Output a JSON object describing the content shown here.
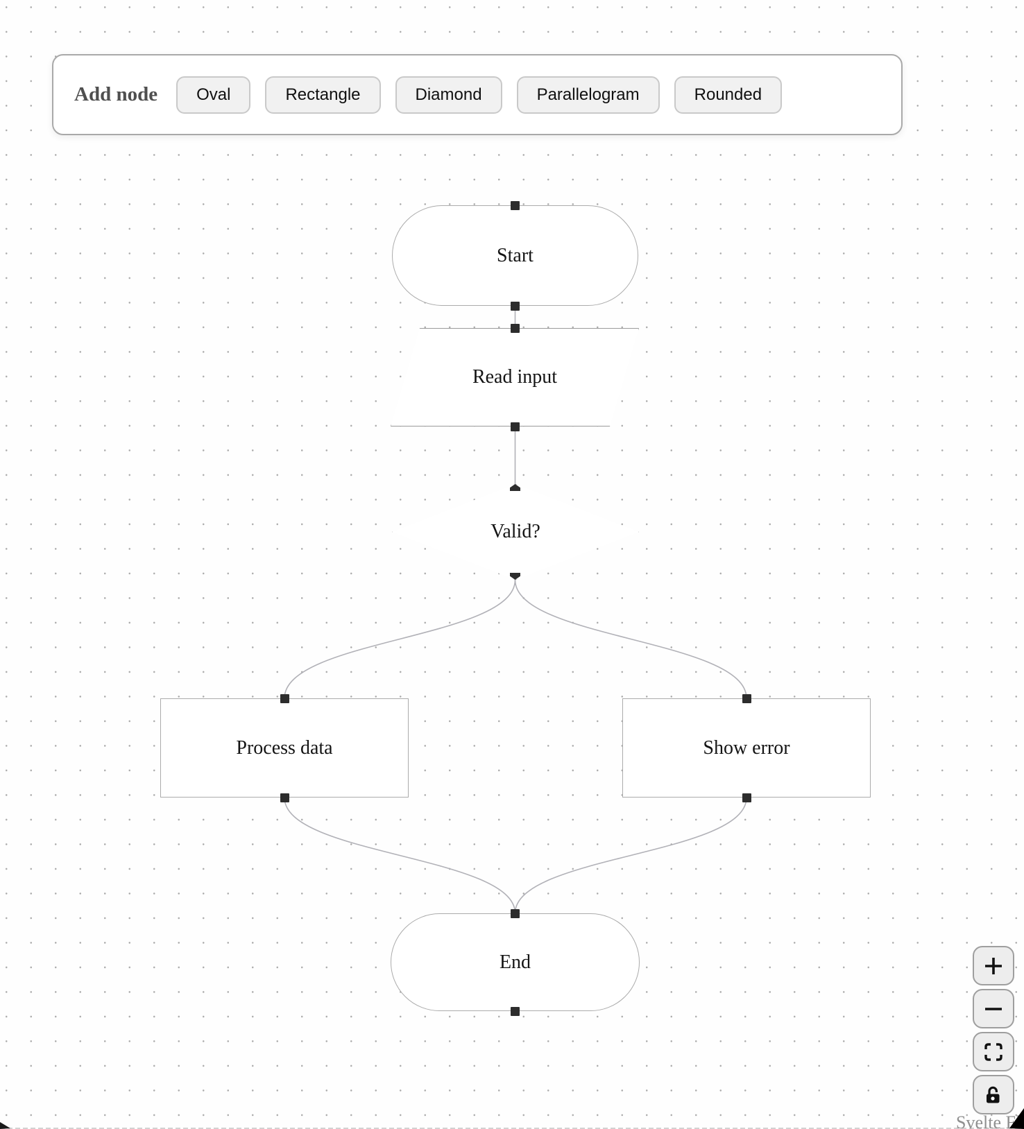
{
  "toolbar": {
    "label": "Add node",
    "buttons": [
      {
        "label": "Oval"
      },
      {
        "label": "Rectangle"
      },
      {
        "label": "Diamond"
      },
      {
        "label": "Parallelogram"
      },
      {
        "label": "Rounded"
      }
    ]
  },
  "diagram": {
    "nodes": [
      {
        "id": "start",
        "shape": "oval",
        "label": "Start"
      },
      {
        "id": "read-input",
        "shape": "parallelogram",
        "label": "Read input"
      },
      {
        "id": "valid",
        "shape": "diamond",
        "label": "Valid?"
      },
      {
        "id": "process-data",
        "shape": "rectangle",
        "label": "Process data"
      },
      {
        "id": "show-error",
        "shape": "rectangle",
        "label": "Show error"
      },
      {
        "id": "end",
        "shape": "oval",
        "label": "End"
      }
    ],
    "edges": [
      {
        "source": "start",
        "target": "read-input"
      },
      {
        "source": "read-input",
        "target": "valid"
      },
      {
        "source": "valid",
        "target": "process-data"
      },
      {
        "source": "valid",
        "target": "show-error"
      },
      {
        "source": "process-data",
        "target": "end"
      },
      {
        "source": "show-error",
        "target": "end"
      }
    ]
  },
  "controls": {
    "buttons": [
      {
        "name": "zoom-in"
      },
      {
        "name": "zoom-out"
      },
      {
        "name": "fit-view"
      },
      {
        "name": "toggle-interactivity",
        "state": "unlocked"
      }
    ]
  },
  "attribution": {
    "label": "Svelte Flow"
  },
  "colors": {
    "edge": "#b1b1b7",
    "node_border": "#ababab",
    "handle": "#2d2d2d",
    "button_bg": "#f1f1f1",
    "controls_bg": "#ededed",
    "dot_grid": "#ababab"
  }
}
